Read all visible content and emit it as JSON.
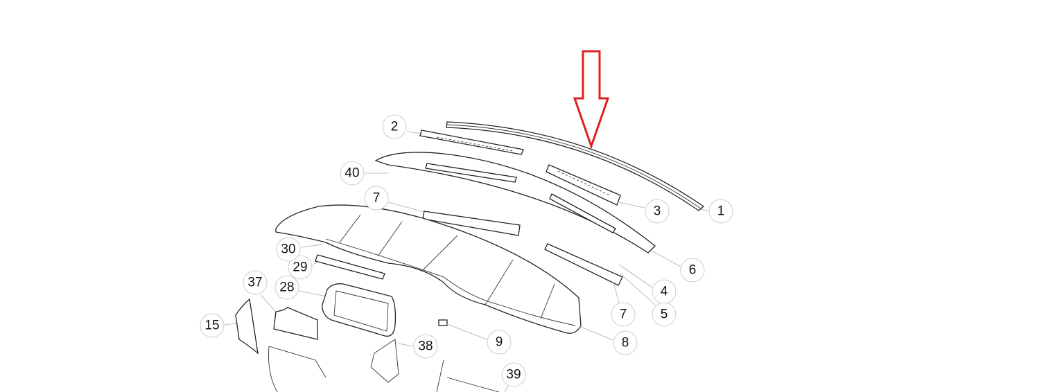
{
  "diagram": {
    "arrow_color": "#e02020",
    "callouts": {
      "p1": "1",
      "p2": "2",
      "p3": "3",
      "p4": "4",
      "p5": "5",
      "p6": "6",
      "p7a": "7",
      "p7b": "7",
      "p8": "8",
      "p9": "9",
      "p15": "15",
      "p28": "28",
      "p29": "29",
      "p30": "30",
      "p37": "37",
      "p38": "38",
      "p39": "39",
      "p40": "40"
    }
  }
}
